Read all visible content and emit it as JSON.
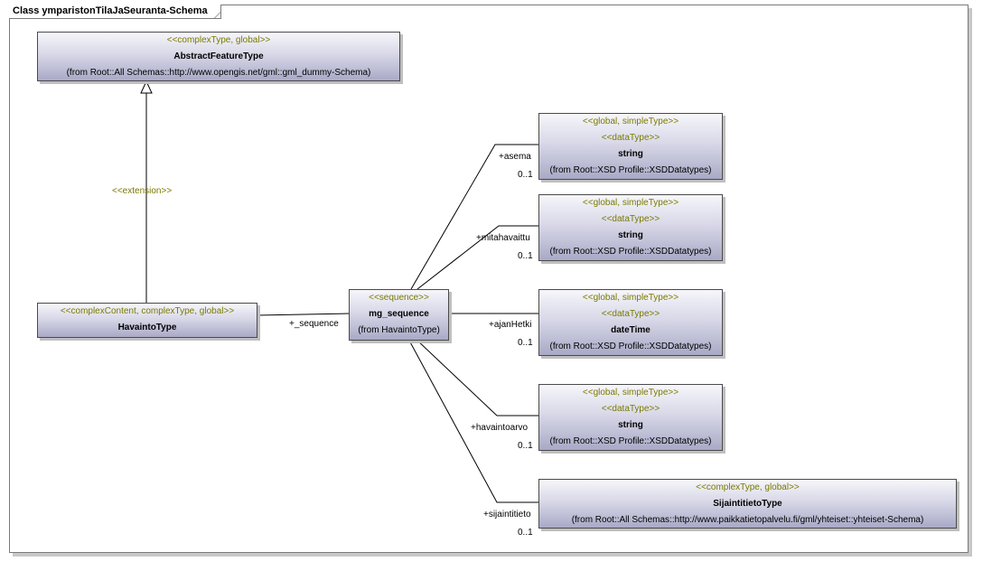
{
  "diagram": {
    "title": "Class ymparistonTilaJaSeuranta-Schema"
  },
  "classes": {
    "abstract_feature": {
      "stereotype": "<<complexType, global>>",
      "name": "AbstractFeatureType",
      "from": "(from Root::All Schemas::http://www.opengis.net/gml::gml_dummy-Schema)"
    },
    "havainto": {
      "stereotype": "<<complexContent, complexType, global>>",
      "name": "HavaintoType"
    },
    "mg_sequence": {
      "stereotype": "<<sequence>>",
      "name": "mg_sequence",
      "from": "(from HavaintoType)"
    },
    "asema_type": {
      "stereotype": "<<global, simpleType>>",
      "stereotype2": "<<dataType>>",
      "name": "string",
      "from": "(from Root::XSD Profile::XSDDatatypes)"
    },
    "mitahavaittu_type": {
      "stereotype": "<<global, simpleType>>",
      "stereotype2": "<<dataType>>",
      "name": "string",
      "from": "(from Root::XSD Profile::XSDDatatypes)"
    },
    "ajanhetki_type": {
      "stereotype": "<<global, simpleType>>",
      "stereotype2": "<<dataType>>",
      "name": "dateTime",
      "from": "(from Root::XSD Profile::XSDDatatypes)"
    },
    "havaintoarvo_type": {
      "stereotype": "<<global, simpleType>>",
      "stereotype2": "<<dataType>>",
      "name": "string",
      "from": "(from Root::XSD Profile::XSDDatatypes)"
    },
    "sijainti_type": {
      "stereotype": "<<complexType, global>>",
      "name": "SijaintitietoType",
      "from": "(from Root::All Schemas::http://www.paikkatietopalvelu.fi/gml/yhteiset::yhteiset-Schema)"
    }
  },
  "relations": {
    "extension_label": "<<extension>>",
    "sequence_role": "+_sequence",
    "asema_role": "+asema",
    "asema_mult": "0..1",
    "mitahavaittu_role": "+mitahavaittu",
    "mitahavaittu_mult": "0..1",
    "ajanhetki_role": "+ajanHetki",
    "ajanhetki_mult": "0..1",
    "havaintoarvo_role": "+havaintoarvo",
    "havaintoarvo_mult": "0..1",
    "sijaintitieto_role": "+sijaintitieto",
    "sijaintitieto_mult": "0..1"
  }
}
